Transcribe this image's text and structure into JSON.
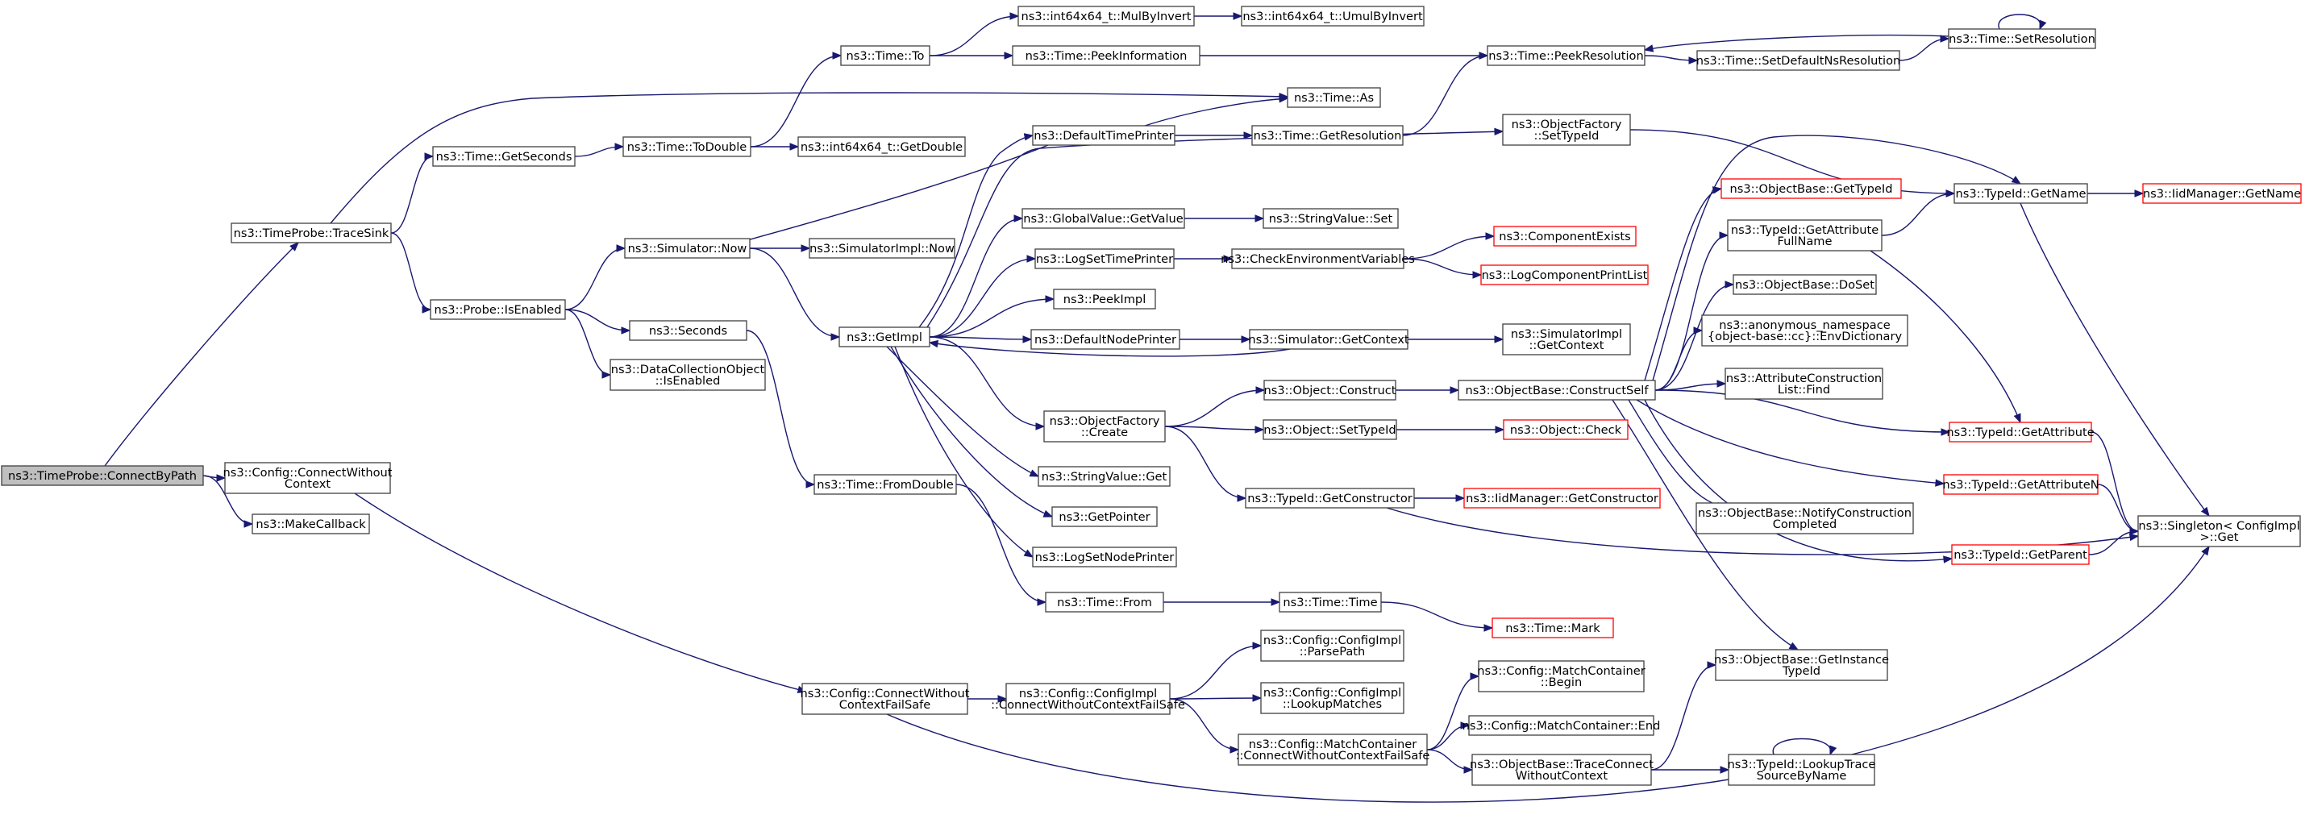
{
  "graph": {
    "nodes": [
      {
        "id": "root",
        "lines": [
          "ns3::TimeProbe::ConnectByPath"
        ],
        "root": true
      },
      {
        "id": "tracesink",
        "lines": [
          "ns3::TimeProbe::TraceSink"
        ]
      },
      {
        "id": "cfg_cwc",
        "lines": [
          "ns3::Config::ConnectWithout",
          "Context"
        ]
      },
      {
        "id": "makecallback",
        "lines": [
          "ns3::MakeCallback"
        ]
      },
      {
        "id": "getseconds",
        "lines": [
          "ns3::Time::GetSeconds"
        ]
      },
      {
        "id": "probe_isenabled",
        "lines": [
          "ns3::Probe::IsEnabled"
        ]
      },
      {
        "id": "todouble",
        "lines": [
          "ns3::Time::ToDouble"
        ]
      },
      {
        "id": "time_to",
        "lines": [
          "ns3::Time::To"
        ]
      },
      {
        "id": "i64_getdouble",
        "lines": [
          "ns3::int64x64_t::GetDouble"
        ]
      },
      {
        "id": "mulbyinvert",
        "lines": [
          "ns3::int64x64_t::MulByInvert"
        ]
      },
      {
        "id": "umulbyinvert",
        "lines": [
          "ns3::int64x64_t::UmulByInvert"
        ]
      },
      {
        "id": "peekinfo",
        "lines": [
          "ns3::Time::PeekInformation"
        ]
      },
      {
        "id": "peekres",
        "lines": [
          "ns3::Time::PeekResolution"
        ]
      },
      {
        "id": "setdefaultns",
        "lines": [
          "ns3::Time::SetDefaultNsResolution"
        ]
      },
      {
        "id": "setres",
        "lines": [
          "ns3::Time::SetResolution"
        ]
      },
      {
        "id": "time_as",
        "lines": [
          "ns3::Time::As"
        ]
      },
      {
        "id": "sim_now",
        "lines": [
          "ns3::Simulator::Now"
        ]
      },
      {
        "id": "simimpl_now",
        "lines": [
          "ns3::SimulatorImpl::Now"
        ]
      },
      {
        "id": "seconds",
        "lines": [
          "ns3::Seconds"
        ]
      },
      {
        "id": "dco_isenabled",
        "lines": [
          "ns3::DataCollectionObject",
          "::IsEnabled"
        ]
      },
      {
        "id": "getimpl",
        "lines": [
          "ns3::GetImpl"
        ]
      },
      {
        "id": "fromdouble",
        "lines": [
          "ns3::Time::FromDouble"
        ]
      },
      {
        "id": "deftimeprinter",
        "lines": [
          "ns3::DefaultTimePrinter"
        ]
      },
      {
        "id": "getresolution",
        "lines": [
          "ns3::Time::GetResolution"
        ]
      },
      {
        "id": "of_settypeid",
        "lines": [
          "ns3::ObjectFactory",
          "::SetTypeId"
        ]
      },
      {
        "id": "gv_getvalue",
        "lines": [
          "ns3::GlobalValue::GetValue"
        ]
      },
      {
        "id": "sv_set",
        "lines": [
          "ns3::StringValue::Set"
        ]
      },
      {
        "id": "logsettimeprinter",
        "lines": [
          "ns3::LogSetTimePrinter"
        ]
      },
      {
        "id": "checkenv",
        "lines": [
          "ns3::CheckEnvironmentVariables"
        ]
      },
      {
        "id": "compexists",
        "lines": [
          "ns3::ComponentExists"
        ],
        "trunc": true
      },
      {
        "id": "logcompprint",
        "lines": [
          "ns3::LogComponentPrintList"
        ],
        "trunc": true
      },
      {
        "id": "peekimpl",
        "lines": [
          "ns3::PeekImpl"
        ]
      },
      {
        "id": "defnodeprinter",
        "lines": [
          "ns3::DefaultNodePrinter"
        ]
      },
      {
        "id": "sim_getcontext",
        "lines": [
          "ns3::Simulator::GetContext"
        ]
      },
      {
        "id": "simimpl_getcontext",
        "lines": [
          "ns3::SimulatorImpl",
          "::GetContext"
        ]
      },
      {
        "id": "of_create",
        "lines": [
          "ns3::ObjectFactory",
          "::Create"
        ]
      },
      {
        "id": "obj_construct",
        "lines": [
          "ns3::Object::Construct"
        ]
      },
      {
        "id": "ob_constructself",
        "lines": [
          "ns3::ObjectBase::ConstructSelf"
        ]
      },
      {
        "id": "obj_settypeid",
        "lines": [
          "ns3::Object::SetTypeId"
        ]
      },
      {
        "id": "obj_check",
        "lines": [
          "ns3::Object::Check"
        ],
        "trunc": true
      },
      {
        "id": "sv_get",
        "lines": [
          "ns3::StringValue::Get"
        ]
      },
      {
        "id": "tid_getconstructor",
        "lines": [
          "ns3::TypeId::GetConstructor"
        ]
      },
      {
        "id": "iid_getconstructor",
        "lines": [
          "ns3::IidManager::GetConstructor"
        ],
        "trunc": true
      },
      {
        "id": "getpointer",
        "lines": [
          "ns3::GetPointer"
        ]
      },
      {
        "id": "logsetnodeprinter",
        "lines": [
          "ns3::LogSetNodePrinter"
        ]
      },
      {
        "id": "time_from",
        "lines": [
          "ns3::Time::From"
        ]
      },
      {
        "id": "time_time",
        "lines": [
          "ns3::Time::Time"
        ]
      },
      {
        "id": "time_mark",
        "lines": [
          "ns3::Time::Mark"
        ],
        "trunc": true
      },
      {
        "id": "ob_gettypeid",
        "lines": [
          "ns3::ObjectBase::GetTypeId"
        ],
        "trunc": true
      },
      {
        "id": "tid_getattrfullname",
        "lines": [
          "ns3::TypeId::GetAttribute",
          "FullName"
        ]
      },
      {
        "id": "ob_doset",
        "lines": [
          "ns3::ObjectBase::DoSet"
        ]
      },
      {
        "id": "envdict",
        "lines": [
          "ns3::anonymous_namespace",
          "{object-base::cc}::EnvDictionary"
        ]
      },
      {
        "id": "acl_find",
        "lines": [
          "ns3::AttributeConstruction",
          "List::Find"
        ]
      },
      {
        "id": "ob_notify",
        "lines": [
          "ns3::ObjectBase::NotifyConstruction",
          "Completed"
        ]
      },
      {
        "id": "tid_getname",
        "lines": [
          "ns3::TypeId::GetName"
        ]
      },
      {
        "id": "iid_getname",
        "lines": [
          "ns3::IidManager::GetName"
        ],
        "trunc": true
      },
      {
        "id": "tid_getattr",
        "lines": [
          "ns3::TypeId::GetAttribute"
        ],
        "trunc": true
      },
      {
        "id": "tid_getattrn",
        "lines": [
          "ns3::TypeId::GetAttributeN"
        ],
        "trunc": true
      },
      {
        "id": "tid_getparent",
        "lines": [
          "ns3::TypeId::GetParent"
        ],
        "trunc": true
      },
      {
        "id": "singleton_get",
        "lines": [
          "ns3::Singleton< ConfigImpl",
          " >::Get"
        ]
      },
      {
        "id": "cfg_cwcfs",
        "lines": [
          "ns3::Config::ConnectWithout",
          "ContextFailSafe"
        ]
      },
      {
        "id": "ci_cwcfs",
        "lines": [
          "ns3::Config::ConfigImpl",
          "::ConnectWithoutContextFailSafe"
        ]
      },
      {
        "id": "ci_parsepath",
        "lines": [
          "ns3::Config::ConfigImpl",
          "::ParsePath"
        ]
      },
      {
        "id": "ci_lookup",
        "lines": [
          "ns3::Config::ConfigImpl",
          "::LookupMatches"
        ]
      },
      {
        "id": "mc_cwcfs",
        "lines": [
          "ns3::Config::MatchContainer",
          "::ConnectWithoutContextFailSafe"
        ]
      },
      {
        "id": "mc_begin",
        "lines": [
          "ns3::Config::MatchContainer",
          "::Begin"
        ]
      },
      {
        "id": "mc_end",
        "lines": [
          "ns3::Config::MatchContainer::End"
        ]
      },
      {
        "id": "ob_tracecwc",
        "lines": [
          "ns3::ObjectBase::TraceConnect",
          "WithoutContext"
        ]
      },
      {
        "id": "ob_getinstance",
        "lines": [
          "ns3::ObjectBase::GetInstance",
          "TypeId"
        ]
      },
      {
        "id": "tid_lookuptrace",
        "lines": [
          "ns3::TypeId::LookupTrace",
          "SourceByName"
        ]
      }
    ],
    "edges": [
      [
        "root",
        "tracesink"
      ],
      [
        "root",
        "cfg_cwc"
      ],
      [
        "root",
        "makecallback"
      ],
      [
        "tracesink",
        "getseconds"
      ],
      [
        "tracesink",
        "time_as"
      ],
      [
        "tracesink",
        "probe_isenabled"
      ],
      [
        "getseconds",
        "todouble"
      ],
      [
        "todouble",
        "time_to"
      ],
      [
        "todouble",
        "i64_getdouble"
      ],
      [
        "time_to",
        "mulbyinvert"
      ],
      [
        "time_to",
        "peekinfo"
      ],
      [
        "mulbyinvert",
        "umulbyinvert"
      ],
      [
        "peekinfo",
        "peekres"
      ],
      [
        "peekres",
        "setdefaultns"
      ],
      [
        "setdefaultns",
        "setres"
      ],
      [
        "setres",
        "peekres"
      ],
      [
        "setres",
        "setres"
      ],
      [
        "probe_isenabled",
        "sim_now"
      ],
      [
        "probe_isenabled",
        "seconds"
      ],
      [
        "probe_isenabled",
        "dco_isenabled"
      ],
      [
        "sim_now",
        "simimpl_now"
      ],
      [
        "sim_now",
        "getimpl"
      ],
      [
        "seconds",
        "fromdouble"
      ],
      [
        "fromdouble",
        "time_from"
      ],
      [
        "getimpl",
        "deftimeprinter"
      ],
      [
        "getimpl",
        "of_settypeid"
      ],
      [
        "getimpl",
        "gv_getvalue"
      ],
      [
        "getimpl",
        "logsettimeprinter"
      ],
      [
        "getimpl",
        "peekimpl"
      ],
      [
        "getimpl",
        "defnodeprinter"
      ],
      [
        "getimpl",
        "of_create"
      ],
      [
        "getimpl",
        "sv_get"
      ],
      [
        "getimpl",
        "getpointer"
      ],
      [
        "getimpl",
        "logsetnodeprinter"
      ],
      [
        "deftimeprinter",
        "time_as"
      ],
      [
        "deftimeprinter",
        "getresolution"
      ],
      [
        "deftimeprinter",
        "sim_now"
      ],
      [
        "getresolution",
        "peekres"
      ],
      [
        "of_settypeid",
        "tid_getname"
      ],
      [
        "gv_getvalue",
        "sv_set"
      ],
      [
        "logsettimeprinter",
        "checkenv"
      ],
      [
        "checkenv",
        "compexists"
      ],
      [
        "checkenv",
        "logcompprint"
      ],
      [
        "defnodeprinter",
        "sim_getcontext"
      ],
      [
        "sim_getcontext",
        "simimpl_getcontext"
      ],
      [
        "sim_getcontext",
        "getimpl"
      ],
      [
        "of_create",
        "obj_construct"
      ],
      [
        "of_create",
        "obj_settypeid"
      ],
      [
        "of_create",
        "tid_getconstructor"
      ],
      [
        "obj_construct",
        "ob_constructself"
      ],
      [
        "obj_settypeid",
        "obj_check"
      ],
      [
        "tid_getconstructor",
        "iid_getconstructor"
      ],
      [
        "tid_getconstructor",
        "singleton_get"
      ],
      [
        "time_from",
        "time_time"
      ],
      [
        "time_time",
        "time_mark"
      ],
      [
        "ob_constructself",
        "ob_gettypeid"
      ],
      [
        "ob_constructself",
        "tid_getname"
      ],
      [
        "ob_constructself",
        "tid_getattrfullname"
      ],
      [
        "ob_constructself",
        "ob_doset"
      ],
      [
        "ob_constructself",
        "envdict"
      ],
      [
        "ob_constructself",
        "acl_find"
      ],
      [
        "ob_constructself",
        "tid_getattr"
      ],
      [
        "ob_constructself",
        "tid_getattrn"
      ],
      [
        "ob_constructself",
        "ob_notify"
      ],
      [
        "ob_constructself",
        "tid_getparent"
      ],
      [
        "ob_constructself",
        "ob_getinstance"
      ],
      [
        "tid_getattrfullname",
        "tid_getname"
      ],
      [
        "tid_getattrfullname",
        "tid_getattr"
      ],
      [
        "tid_getname",
        "iid_getname"
      ],
      [
        "tid_getname",
        "singleton_get"
      ],
      [
        "tid_getattr",
        "singleton_get"
      ],
      [
        "tid_getattrn",
        "singleton_get"
      ],
      [
        "tid_getparent",
        "singleton_get"
      ],
      [
        "cfg_cwc",
        "cfg_cwcfs"
      ],
      [
        "cfg_cwcfs",
        "ci_cwcfs"
      ],
      [
        "cfg_cwcfs",
        "singleton_get"
      ],
      [
        "ci_cwcfs",
        "ci_parsepath"
      ],
      [
        "ci_cwcfs",
        "ci_lookup"
      ],
      [
        "ci_cwcfs",
        "mc_cwcfs"
      ],
      [
        "mc_cwcfs",
        "mc_begin"
      ],
      [
        "mc_cwcfs",
        "mc_end"
      ],
      [
        "mc_cwcfs",
        "ob_tracecwc"
      ],
      [
        "ob_tracecwc",
        "ob_getinstance"
      ],
      [
        "ob_tracecwc",
        "tid_lookuptrace"
      ],
      [
        "tid_lookuptrace",
        "tid_lookuptrace"
      ]
    ]
  },
  "colors": {
    "edge": "#191970",
    "node_border": "#404040",
    "node_fill": "#ffffff",
    "root_fill": "#bfbfbf",
    "truncated_border": "#ff0000",
    "text": "#000000"
  }
}
